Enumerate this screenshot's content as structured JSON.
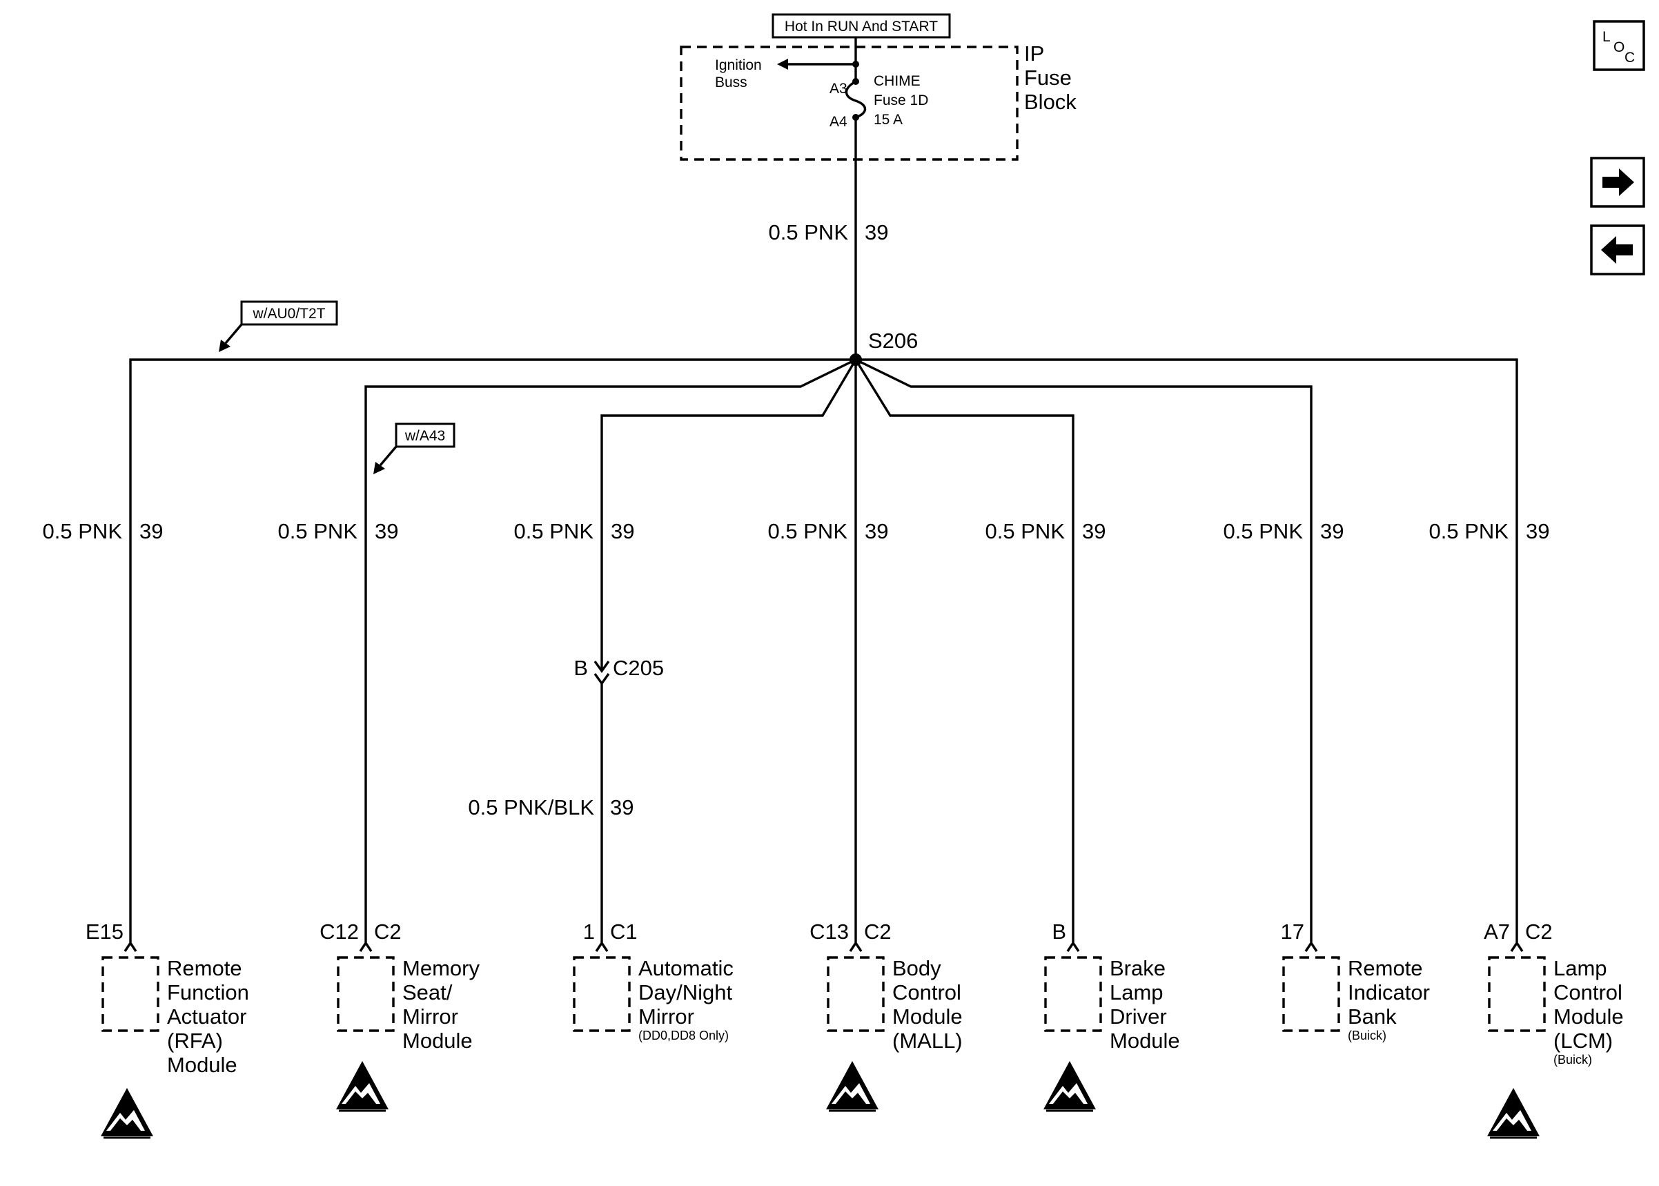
{
  "header": {
    "power_label": "Hot In RUN And START",
    "fuse_block_title": [
      "IP",
      "Fuse",
      "Block"
    ],
    "ignition_buss": [
      "Ignition",
      "Buss"
    ],
    "fuse_label": [
      "CHIME",
      "Fuse 1D",
      "15 A"
    ],
    "terminal_a3": "A3",
    "terminal_a4": "A4"
  },
  "feed_wire": {
    "gauge_color": "0.5 PNK",
    "circuit": "39"
  },
  "splice": "S206",
  "options": {
    "au0": "w/AU0/T2T",
    "a43": "w/A43"
  },
  "connector_c205": {
    "pin": "B",
    "name": "C205"
  },
  "mirror_wire": {
    "gauge_color": "0.5 PNK/BLK",
    "circuit": "39"
  },
  "branches": [
    {
      "gauge_color": "0.5 PNK",
      "circuit": "39",
      "pin": "E15",
      "connector": "",
      "module": [
        "Remote",
        "Function",
        "Actuator",
        "(RFA)",
        "Module"
      ],
      "note": "",
      "esd": true
    },
    {
      "gauge_color": "0.5 PNK",
      "circuit": "39",
      "pin": "C12",
      "connector": "C2",
      "module": [
        "Memory",
        "Seat/",
        "Mirror",
        "Module"
      ],
      "note": "",
      "esd": true
    },
    {
      "gauge_color": "0.5 PNK",
      "circuit": "39",
      "pin": "1",
      "connector": "C1",
      "module": [
        "Automatic",
        "Day/Night",
        "Mirror"
      ],
      "note": "(DD0,DD8 Only)",
      "esd": false
    },
    {
      "gauge_color": "0.5 PNK",
      "circuit": "39",
      "pin": "C13",
      "connector": "C2",
      "module": [
        "Body",
        "Control",
        "Module",
        "(MALL)"
      ],
      "note": "",
      "esd": true
    },
    {
      "gauge_color": "0.5 PNK",
      "circuit": "39",
      "pin": "B",
      "connector": "",
      "module": [
        "Brake",
        "Lamp",
        "Driver",
        "Module"
      ],
      "note": "",
      "esd": true
    },
    {
      "gauge_color": "0.5 PNK",
      "circuit": "39",
      "pin": "17",
      "connector": "",
      "module": [
        "Remote",
        "Indicator",
        "Bank"
      ],
      "note": "(Buick)",
      "esd": false
    },
    {
      "gauge_color": "0.5 PNK",
      "circuit": "39",
      "pin": "A7",
      "connector": "C2",
      "module": [
        "Lamp",
        "Control",
        "Module",
        "(LCM)"
      ],
      "note": "(Buick)",
      "esd": true
    }
  ],
  "nav": {
    "loc": [
      "L",
      "O",
      "C"
    ],
    "next_icon": "arrow-right-icon",
    "prev_icon": "arrow-left-icon"
  }
}
